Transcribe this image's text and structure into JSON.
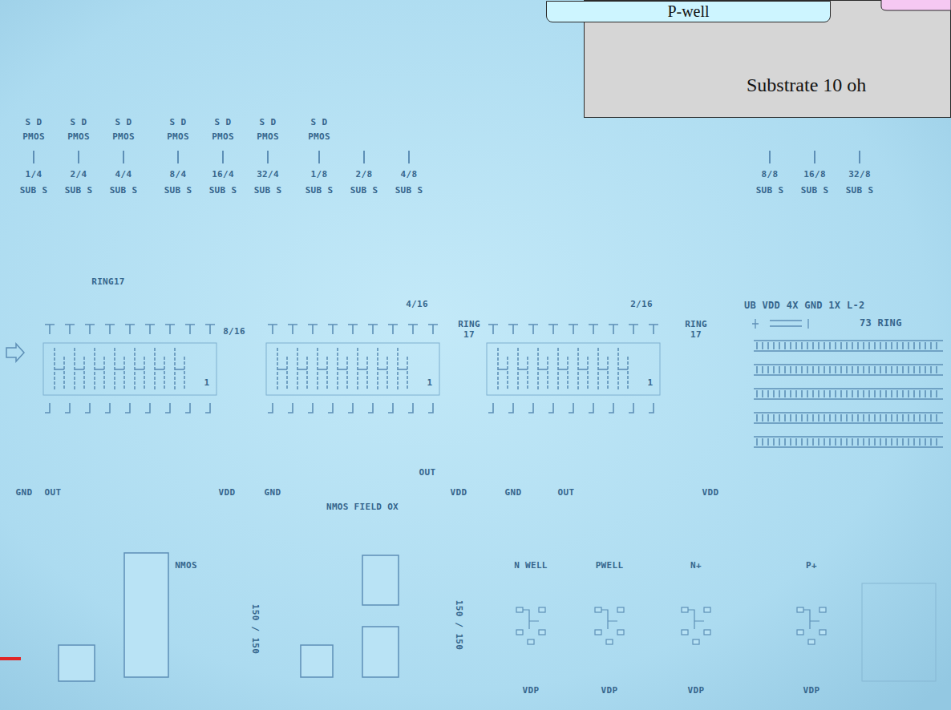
{
  "diagram": {
    "nodes": [
      {
        "text": [
          "Substrate 10 oh"
        ]
      },
      {
        "text": [
          "P-well"
        ],
        "in": 0
      }
    ],
    "labels": [
      "S D",
      "S D",
      "S D",
      "S D",
      "S D",
      "S D",
      "S D",
      "PMOS",
      "PMOS",
      "PMOS",
      "PMOS",
      "PMOS",
      "PMOS",
      "PMOS",
      "1/4",
      "2/4",
      "4/4",
      "8/4",
      "16/4",
      "32/4",
      "1/8",
      "2/8",
      "4/8",
      "8/8",
      "16/8",
      "32/8",
      "SUB S",
      "SUB S",
      "SUB S",
      "SUB S",
      "SUB S",
      "SUB S",
      "SUB S",
      "SUB S",
      "SUB S",
      "SUB S",
      "SUB S",
      "SUB S",
      "RING17",
      "8/16",
      "4/16",
      "RING 17",
      "2/16",
      "RING 17",
      "1",
      "1",
      "1",
      "UB VDD 4X GND 1X L-2",
      "73 RING",
      "OUT",
      "GND",
      "OUT",
      "VDD",
      "GND",
      "NMOS FIELD OX",
      "VDD",
      "GND",
      "OUT",
      "VDD",
      "NMOS",
      "150 / 150",
      "150 / 150",
      "N WELL",
      "PWELL",
      "N+",
      "P+",
      "VDP",
      "VDP",
      "VDP",
      "VDP"
    ]
  }
}
